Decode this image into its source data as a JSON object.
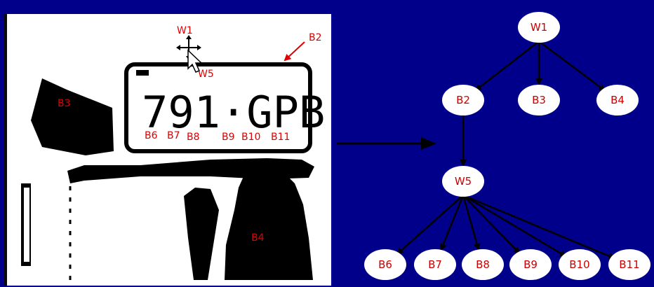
{
  "image_labels": {
    "w1": "W1",
    "b2": "B2",
    "w5": "W5",
    "b3": "B3",
    "b4": "B4",
    "b6": "B6",
    "b7": "B7",
    "b8": "B8",
    "b9": "B9",
    "b10": "B10",
    "b11": "B11"
  },
  "plate": {
    "text": "791·GPB"
  },
  "tree": {
    "nodes": {
      "w1": "W1",
      "b2": "B2",
      "b3": "B3",
      "b4": "B4",
      "w5": "W5",
      "b6": "B6",
      "b7": "B7",
      "b8": "B8",
      "b9": "B9",
      "b10": "B10",
      "b11": "B11"
    },
    "edges": [
      [
        "w1",
        "b2"
      ],
      [
        "w1",
        "b3"
      ],
      [
        "w1",
        "b4"
      ],
      [
        "b2",
        "w5"
      ],
      [
        "w5",
        "b6"
      ],
      [
        "w5",
        "b7"
      ],
      [
        "w5",
        "b8"
      ],
      [
        "w5",
        "b9"
      ],
      [
        "w5",
        "b10"
      ],
      [
        "w5",
        "b11"
      ]
    ]
  },
  "colors": {
    "background": "#00008b",
    "node_fill": "#ffffff",
    "node_text": "#cc0000",
    "annotation": "#e00000"
  }
}
